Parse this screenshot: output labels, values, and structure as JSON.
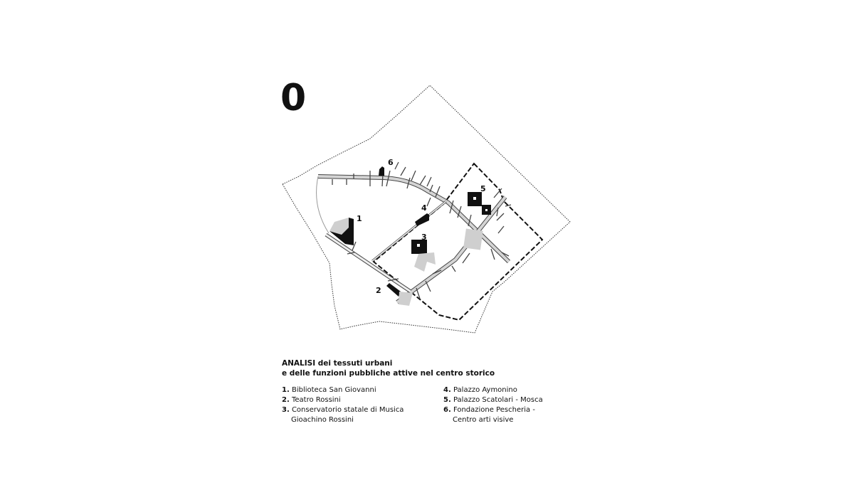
{
  "map_number": "0",
  "title": {
    "lead": "ANALISI",
    "line1_rest": " dei tessuti urbani",
    "line2": "e delle funzioni pubbliche attive nel centro storico"
  },
  "markers": [
    "1",
    "2",
    "3",
    "4",
    "5",
    "6"
  ],
  "legend": [
    {
      "num": "1.",
      "name": "Biblioteca San Giovanni",
      "cont": ""
    },
    {
      "num": "2.",
      "name": "Teatro Rossini",
      "cont": ""
    },
    {
      "num": "3.",
      "name": "Conservatorio statale di Musica",
      "cont": "Gioachino Rossini"
    },
    {
      "num": "4.",
      "name": "Palazzo Aymonino",
      "cont": ""
    },
    {
      "num": "5.",
      "name": "Palazzo Scatolari - Mosca",
      "cont": ""
    },
    {
      "num": "6.",
      "name": "Fondazione Pescheria -",
      "cont": "Centro arti visive"
    }
  ],
  "colors": {
    "building": "#111111",
    "open_space": "#cfcfcf",
    "road": "#d4d4d4"
  }
}
